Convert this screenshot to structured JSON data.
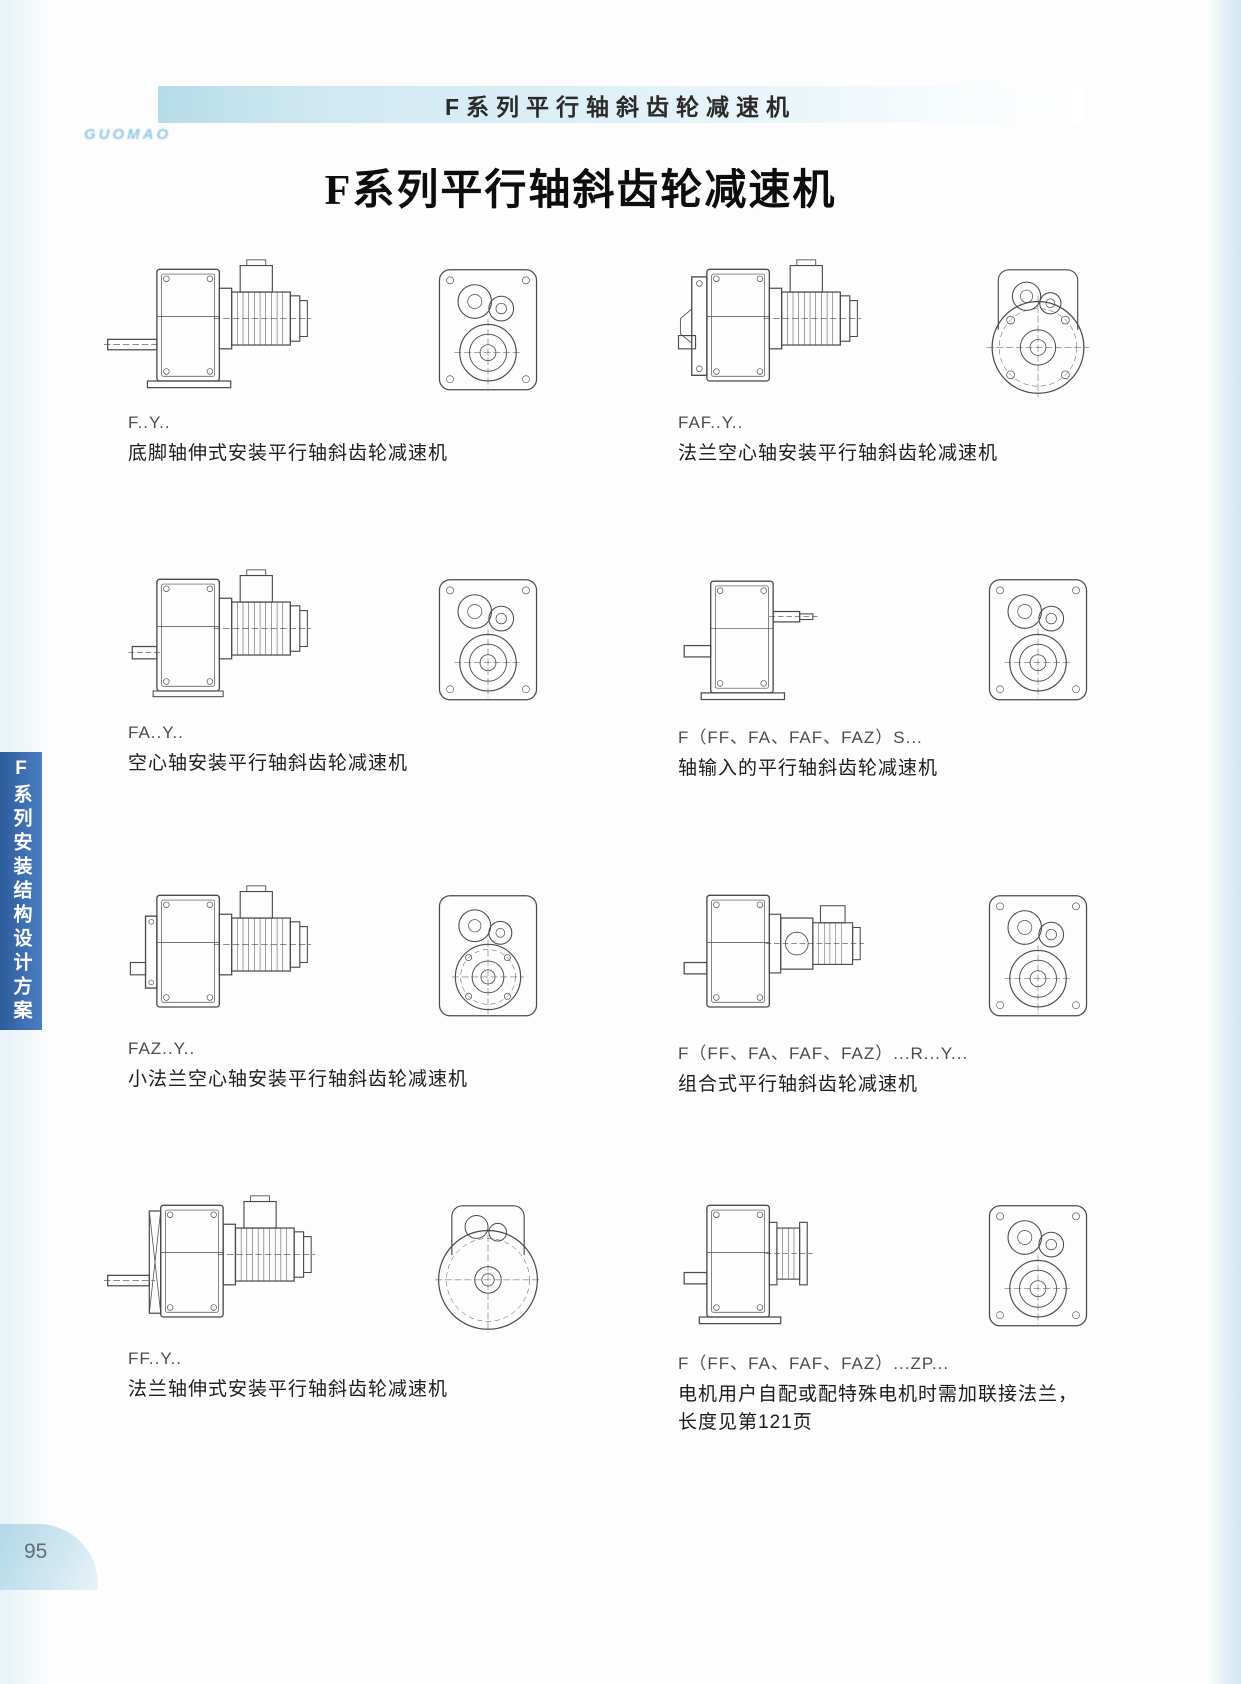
{
  "page": {
    "header_banner": "F系列平行轴斜齿轮减速机",
    "brand_mark": "GUOMAO",
    "main_title": "F系列平行轴斜齿轮减速机",
    "side_tab": "F系列安装结构设计方案",
    "page_number": "95"
  },
  "products": [
    {
      "code": "F..Y..",
      "desc": "底脚轴伸式安装平行轴斜齿轮减速机"
    },
    {
      "code": "FAF..Y..",
      "desc": "法兰空心轴安装平行轴斜齿轮减速机"
    },
    {
      "code": "FA..Y..",
      "desc": "空心轴安装平行轴斜齿轮减速机"
    },
    {
      "code": "F（FF、FA、FAF、FAZ）S...",
      "desc": "轴输入的平行轴斜齿轮减速机"
    },
    {
      "code": "FAZ..Y..",
      "desc": "小法兰空心轴安装平行轴斜齿轮减速机"
    },
    {
      "code": "F（FF、FA、FAF、FAZ）...R...Y...",
      "desc": "组合式平行轴斜齿轮减速机"
    },
    {
      "code": "FF..Y..",
      "desc": "法兰轴伸式安装平行轴斜齿轮减速机"
    },
    {
      "code": "F（FF、FA、FAF、FAZ）...ZP...",
      "desc": "电机用户自配或配特殊电机时需加联接法兰，",
      "desc2": "长度见第121页"
    }
  ]
}
